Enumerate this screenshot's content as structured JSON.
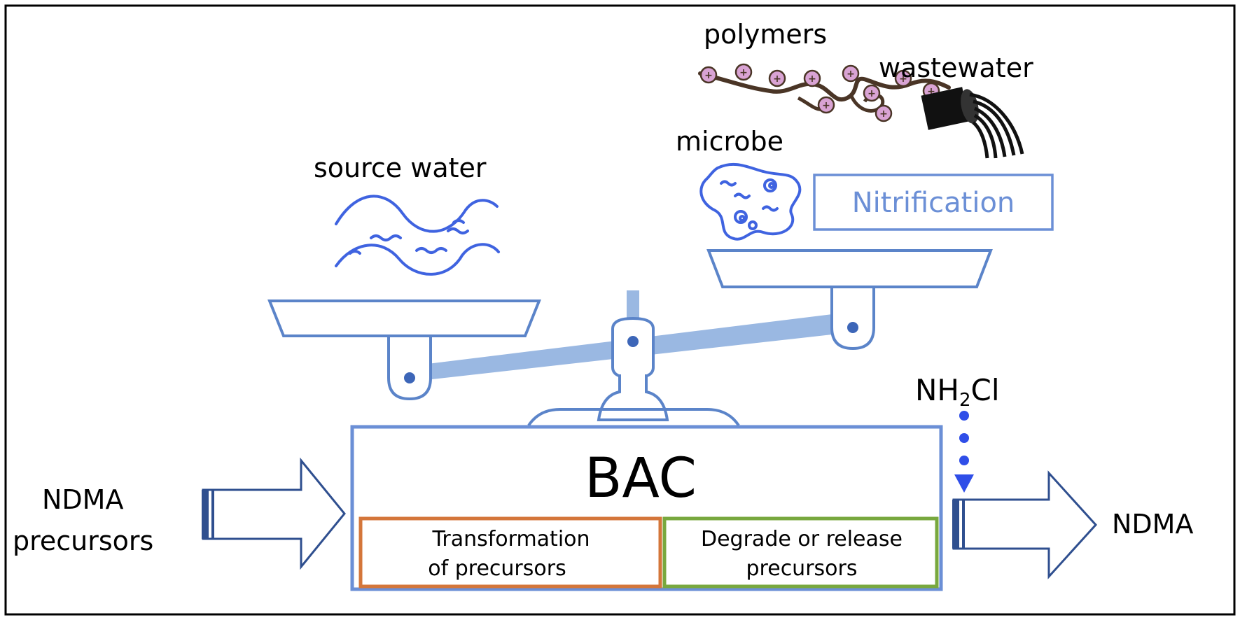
{
  "labels": {
    "source_water": "source water",
    "polymers": "polymers",
    "wastewater": "wastewater",
    "microbe": "microbe",
    "nitrification": "Nitrification",
    "bac": "BAC",
    "transformation_line1": "Transformation",
    "transformation_line2": "of precursors",
    "degrade_line1": "Degrade or release",
    "degrade_line2": "precursors",
    "input_line1": "NDMA",
    "input_line2": "precursors",
    "output": "NDMA",
    "reagent_main": "NH",
    "reagent_sub": "2",
    "reagent_tail": "Cl"
  },
  "colors": {
    "scale_stroke": "#5b84c9",
    "scale_fill": "#9ab8e2",
    "wave": "#3f63e0",
    "arrow": "#2f4f8f",
    "dots": "#2f4ee8",
    "orange_box": "#d4763a",
    "green_box": "#78a83e",
    "polymer_chain": "#4a3526",
    "polymer_bead": "#c98ac6"
  }
}
